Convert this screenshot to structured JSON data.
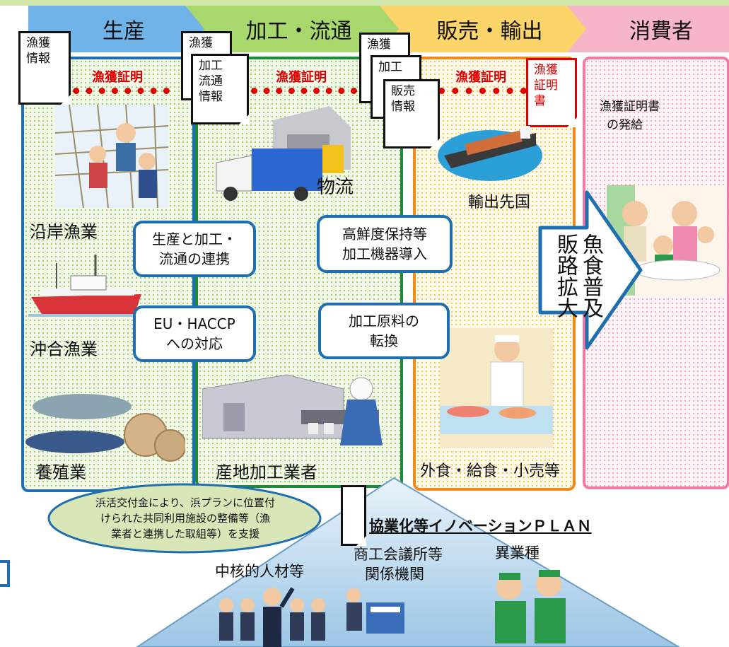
{
  "stages": {
    "production": "生産",
    "processing": "加工・流通",
    "sales": "販売・輸出",
    "consumer": "消費者"
  },
  "notes": {
    "catch_info": [
      "漁獲",
      "情報"
    ],
    "catch_short_1": "漁獲",
    "processing_info": [
      "加工",
      "流通",
      "情報"
    ],
    "catch_short_2": "漁獲",
    "processing_short": "加工",
    "sales_info": [
      "販売",
      "情報"
    ],
    "certificate": [
      "漁獲",
      "証明",
      "書"
    ]
  },
  "certification_label": "漁獲証明",
  "consumer_text": [
    "漁獲証明書",
    "の発給"
  ],
  "production": {
    "coastal": "沿岸漁業",
    "offshore": "沖合漁業",
    "aquaculture": "養殖業"
  },
  "processing": {
    "logistics": "物流",
    "plant": "産地加工業者"
  },
  "sales": {
    "export": "輸出先国",
    "retail": "外食・給食・小売等"
  },
  "boxes": {
    "collab": [
      "生産と加工・",
      "流通の連携"
    ],
    "haccp": [
      "EU・HACCP",
      "への対応"
    ],
    "freshness": [
      "高鮮度保持等",
      "加工機器導入"
    ],
    "material": [
      "加工原料の",
      "転換"
    ]
  },
  "arrow_text": {
    "col1": "魚食普及",
    "col2": "販路拡大"
  },
  "ellipse_text": [
    "浜活交付金により、浜プランに位置付",
    "けられた共同利用施設の整備等（漁",
    "業者と連携した取組等）を支援"
  ],
  "plan_title": "協業化等イノベーションＰＬＡＮ",
  "stakeholders": {
    "core": "中核的人材等",
    "chamber": [
      "商工会議所等",
      "関係機関"
    ],
    "other": "異業種"
  },
  "colors": {
    "blue_panel": "#1f6fb0",
    "green_panel": "#1e8a3a",
    "orange_panel": "#f08a1c",
    "pink_panel": "#f27aa6",
    "red_cert": "#e00000"
  }
}
